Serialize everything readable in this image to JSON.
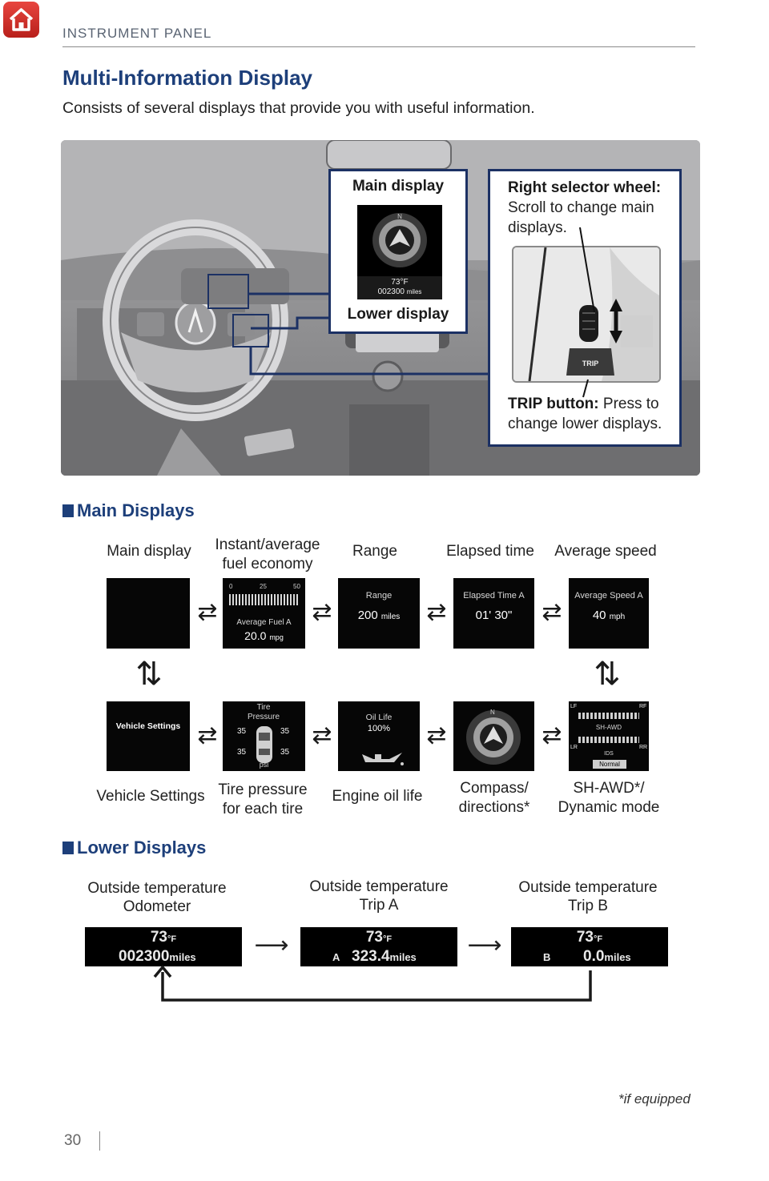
{
  "header": {
    "section": "INSTRUMENT PANEL",
    "title": "Multi-Information Display",
    "intro": "Consists of several displays that provide you with useful information."
  },
  "photo_callouts": {
    "main_display": "Main display",
    "lower_display": "Lower display",
    "lower_readout_temp": "73°F",
    "lower_readout_odo": "002300",
    "lower_readout_unit": "miles",
    "compass_n": "N",
    "selector_title": "Right selector wheel:",
    "selector_desc": "Scroll to change main displays.",
    "trip_btn_text": "TRIP",
    "trip_title": "TRIP button:",
    "trip_desc": "Press to change lower displays."
  },
  "main_displays": {
    "heading": "Main Displays",
    "top_row": [
      {
        "caption": "Main display"
      },
      {
        "caption": "Instant/average fuel economy",
        "scale": [
          "0",
          "25",
          "50"
        ],
        "label": "Average Fuel A",
        "value": "20.0",
        "unit": "mpg"
      },
      {
        "caption": "Range",
        "label": "Range",
        "value": "200",
        "unit": "miles"
      },
      {
        "caption": "Elapsed time",
        "label": "Elapsed Time A",
        "value": "01' 30\""
      },
      {
        "caption": "Average speed",
        "label": "Average Speed A",
        "value": "40",
        "unit": "mph"
      }
    ],
    "bottom_row": [
      {
        "caption": "Vehicle Settings",
        "label": "Vehicle Settings"
      },
      {
        "caption": "Tire pressure for each tire",
        "label": "Tire Pressure",
        "values": [
          "35",
          "35",
          "35",
          "35"
        ],
        "unit": "psi"
      },
      {
        "caption": "Engine oil life",
        "label": "Oil Life",
        "value": "100%"
      },
      {
        "caption": "Compass/ directions*",
        "n": "N"
      },
      {
        "caption": "SH-AWD*/ Dynamic mode",
        "lf": "LF",
        "rf": "RF",
        "lr": "LR",
        "rr": "RR",
        "label": "SH-AWD",
        "ids": "IDS",
        "mode": "Normal"
      }
    ],
    "h_arrow": "⇄",
    "v_arrow": "⇅"
  },
  "lower_displays": {
    "heading": "Lower Displays",
    "items": [
      {
        "caption_1": "Outside temperature",
        "caption_2": "Odometer",
        "temp": "73",
        "temp_unit": "°F",
        "prefix": "",
        "value": "002300",
        "unit": "miles"
      },
      {
        "caption_1": "Outside temperature",
        "caption_2": "Trip A",
        "temp": "73",
        "temp_unit": "°F",
        "prefix": "A",
        "value": "323.4",
        "unit": "miles"
      },
      {
        "caption_1": "Outside temperature",
        "caption_2": "Trip B",
        "temp": "73",
        "temp_unit": "°F",
        "prefix": "B",
        "value": "0.0",
        "unit": "miles"
      }
    ],
    "arrow": "⟶"
  },
  "footnote": "*if equipped",
  "page_number": "30",
  "colors": {
    "heading": "#1d3f7a",
    "callout_border": "#1c3164",
    "home_button": "#d2302b"
  },
  "icons": [
    "home-icon",
    "compass-icon",
    "oil-can-icon",
    "car-top-icon",
    "scroll-wheel-icon"
  ]
}
